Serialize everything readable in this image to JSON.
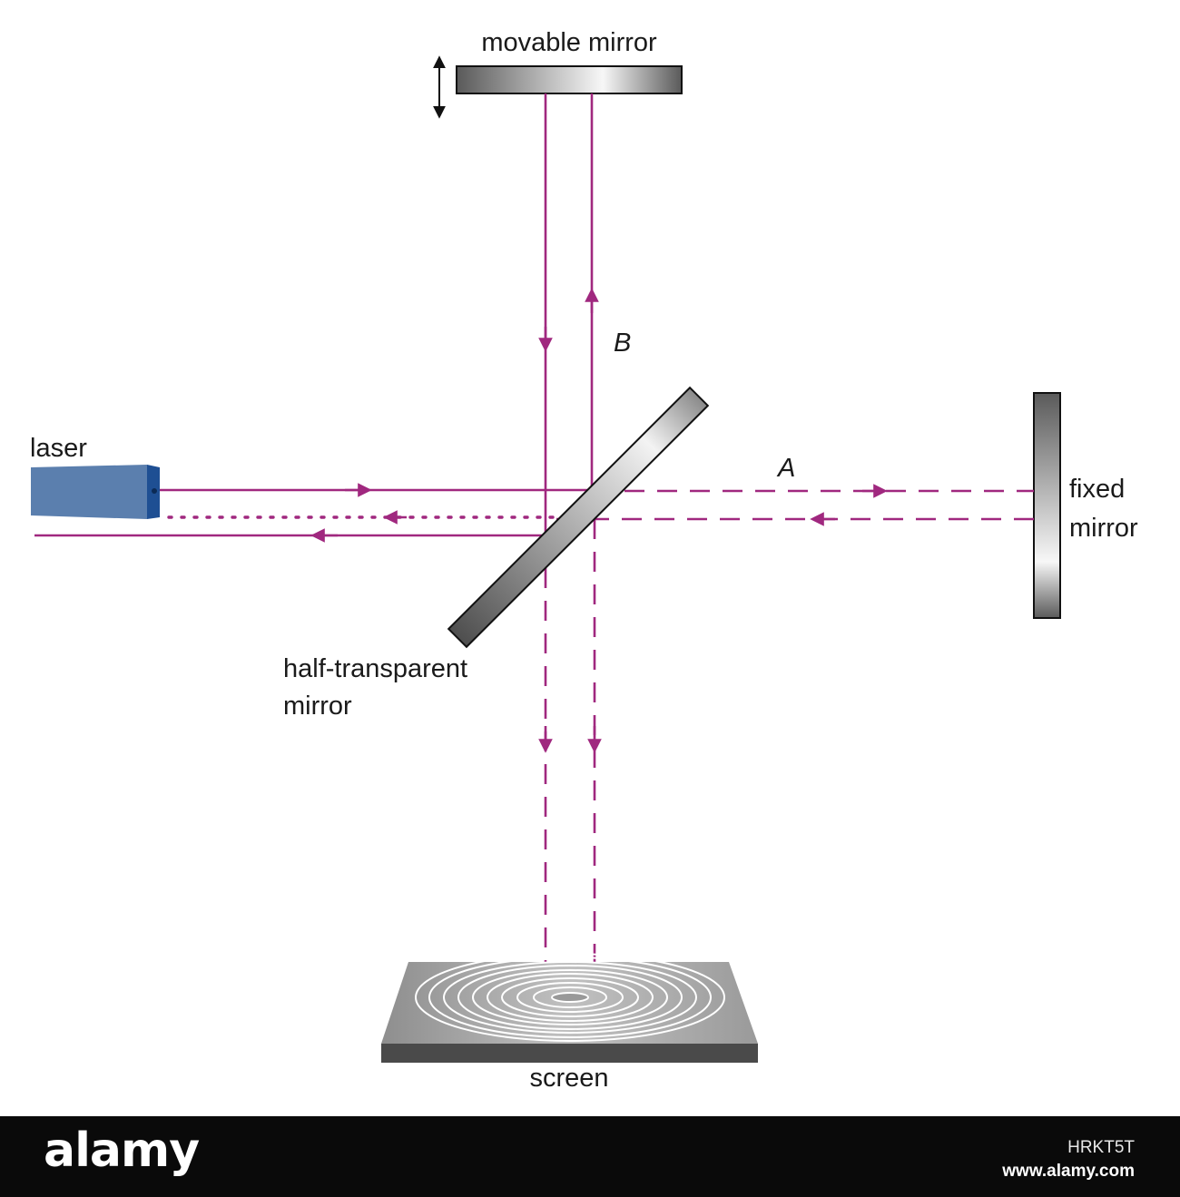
{
  "labels": {
    "movable_mirror": "movable mirror",
    "laser": "laser",
    "beam_a": "A",
    "beam_b": "B",
    "fixed_mirror_line1": "fixed",
    "fixed_mirror_line2": "mirror",
    "half_mirror_line1": "half-transparent",
    "half_mirror_line2": "mirror",
    "screen": "screen"
  },
  "colors": {
    "beam": "#a0287f",
    "laser_body": "#5b7fae",
    "laser_end": "#1e4f93",
    "mirror_dark": "#555555",
    "mirror_light": "#f4f4f4"
  },
  "footer": {
    "brand": "alamy",
    "image_id": "HRKT5T",
    "site": "www.alamy.com"
  }
}
